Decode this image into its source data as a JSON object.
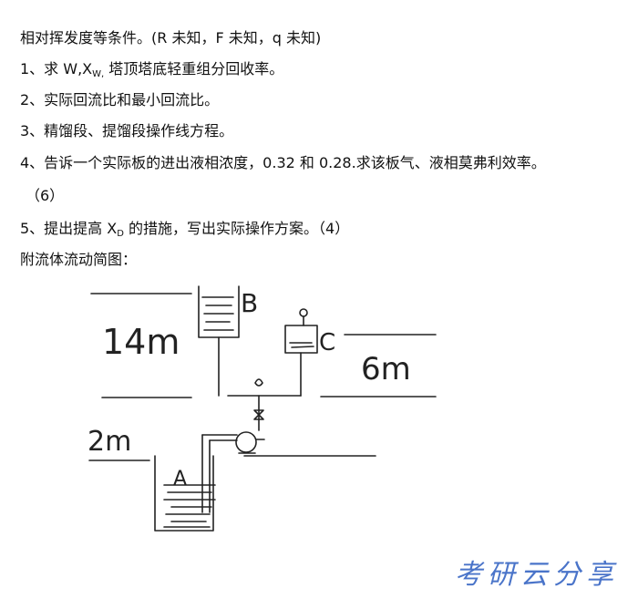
{
  "lines": {
    "l1": "相对挥发度等条件。(R 未知，F 未知，q 未知)",
    "l2_prefix": "1、求 W,X",
    "l2_sub": "W,",
    "l2_suffix": " 塔顶塔底轻重组分回收率。",
    "l3": "2、实际回流比和最小回流比。",
    "l4": "3、精馏段、提馏段操作线方程。",
    "l5": "4、告诉一个实际板的进出液相浓度，0.32 和 0.28.求该板气、液相莫弗利效率。",
    "l6": "（6）",
    "l7_prefix": "5、提出提高 X",
    "l7_sub": "D",
    "l7_suffix": " 的措施，写出实际操作方案。（4）",
    "l8": "附流体流动简图："
  },
  "diagram": {
    "label_14m": "14m",
    "label_6m": "6m",
    "label_2m": "2m",
    "label_A": "A",
    "label_B": "B",
    "label_C": "C"
  },
  "watermark": "考研云分享"
}
